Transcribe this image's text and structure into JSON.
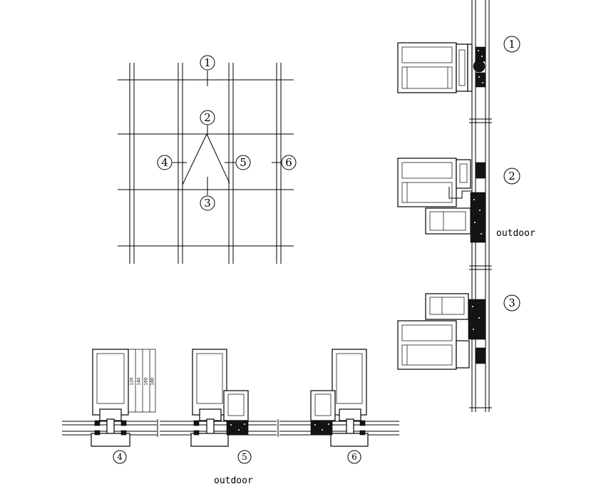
{
  "elevation": {
    "labels": [
      "1",
      "2",
      "3",
      "4",
      "5",
      "6"
    ]
  },
  "vertical_section": {
    "labels": [
      "1",
      "2",
      "3"
    ],
    "outdoor_label": "outdoor"
  },
  "horizontal_section": {
    "labels": [
      "4",
      "5",
      "6"
    ],
    "outdoor_label": "outdoor",
    "dimensions": [
      "120",
      "140",
      "160",
      "180"
    ]
  },
  "colors": {
    "line": "#000000",
    "background": "#ffffff",
    "gasket": "#141414"
  }
}
